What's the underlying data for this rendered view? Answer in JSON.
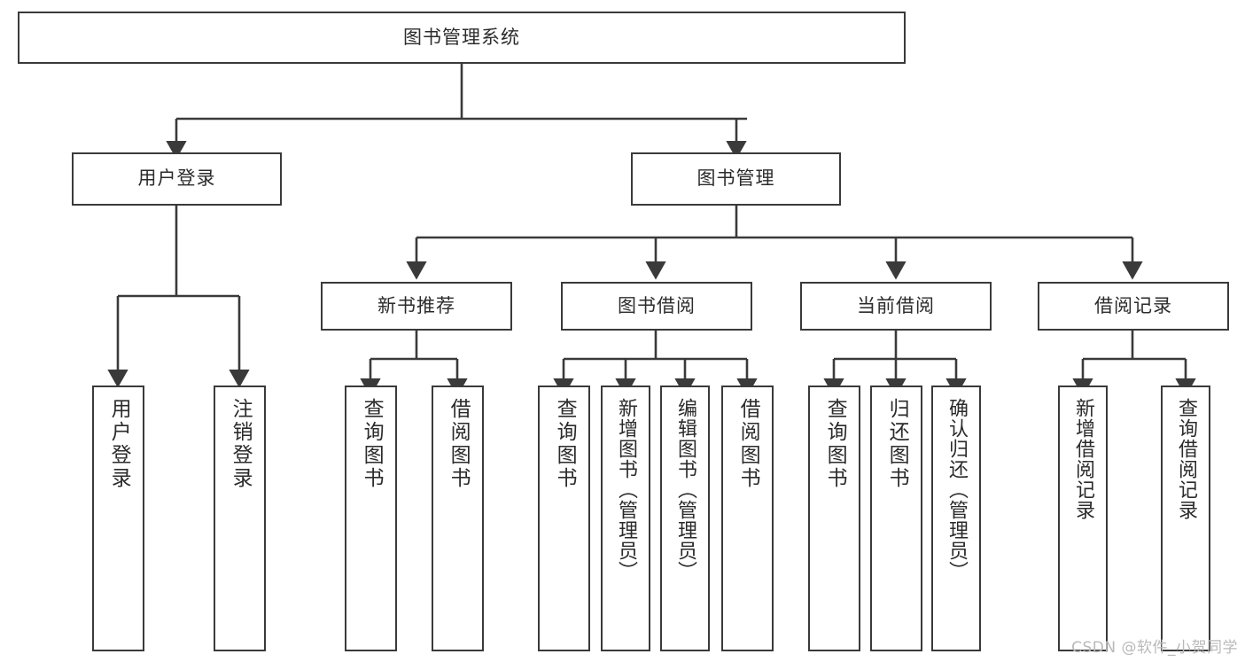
{
  "diagram": {
    "title": "图书管理系统",
    "type": "hierarchy-tree",
    "colors": {
      "stroke": "#3a3a3a",
      "fill": "#ffffff",
      "text": "#2b2b2b",
      "watermark": "#b9b9b9"
    },
    "root": {
      "label": "图书管理系统"
    },
    "level2": [
      {
        "label": "用户登录"
      },
      {
        "label": "图书管理"
      }
    ],
    "level3": [
      {
        "label": "新书推荐"
      },
      {
        "label": "图书借阅"
      },
      {
        "label": "当前借阅"
      },
      {
        "label": "借阅记录"
      }
    ],
    "leaves": {
      "user_login": [
        {
          "label": "用户登录"
        },
        {
          "label": "注销登录"
        }
      ],
      "new_book_recommend": [
        {
          "label": "查询图书"
        },
        {
          "label": "借阅图书"
        }
      ],
      "book_borrow": [
        {
          "label": "查询图书"
        },
        {
          "label": "新增图书（管理员）"
        },
        {
          "label": "编辑图书（管理员）"
        },
        {
          "label": "借阅图书"
        }
      ],
      "current_borrow": [
        {
          "label": "查询图书"
        },
        {
          "label": "归还图书"
        },
        {
          "label": "确认归还（管理员）"
        }
      ],
      "borrow_record": [
        {
          "label": "新增借阅记录"
        },
        {
          "label": "查询借阅记录"
        }
      ]
    },
    "watermark": "CSDN @软件_小贺同学"
  }
}
